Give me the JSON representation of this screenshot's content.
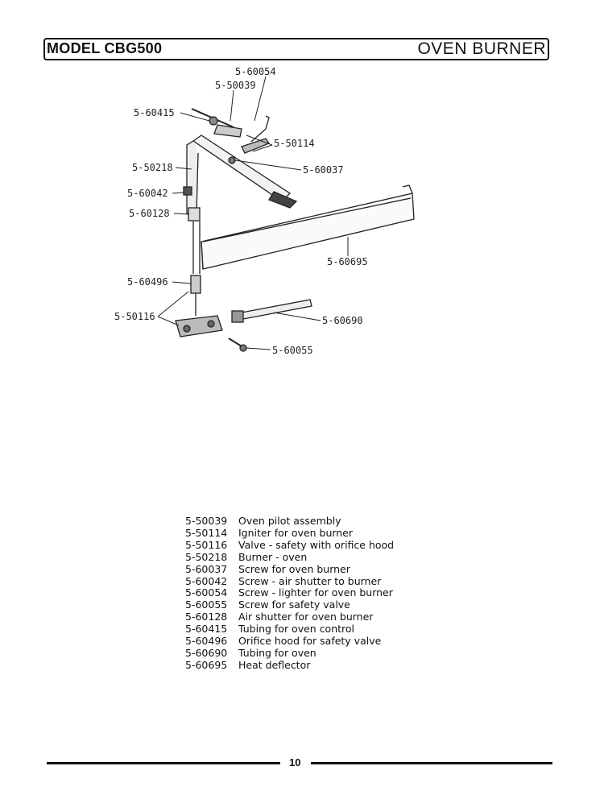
{
  "header": {
    "model": "MODEL CBG500",
    "section": "OVEN BURNER"
  },
  "callouts": [
    "5-60054",
    "5-50039",
    "5-60415",
    "5-50114",
    "5-50218",
    "5-60037",
    "5-60042",
    "5-60128",
    "5-60695",
    "5-60496",
    "5-50116",
    "5-60690",
    "5-60055"
  ],
  "parts": [
    {
      "number": "5-50039",
      "description": "Oven pilot assembly"
    },
    {
      "number": "5-50114",
      "description": "Igniter for oven burner"
    },
    {
      "number": "5-50116",
      "description": "Valve - safety with orifice hood"
    },
    {
      "number": "5-50218",
      "description": "Burner - oven"
    },
    {
      "number": "5-60037",
      "description": "Screw for oven burner"
    },
    {
      "number": "5-60042",
      "description": "Screw - air shutter to burner"
    },
    {
      "number": "5-60054",
      "description": "Screw - lighter for oven burner"
    },
    {
      "number": "5-60055",
      "description": "Screw for safety valve"
    },
    {
      "number": "5-60128",
      "description": "Air shutter for oven burner"
    },
    {
      "number": "5-60415",
      "description": "Tubing for oven control"
    },
    {
      "number": "5-60496",
      "description": "Orifice hood for safety valve"
    },
    {
      "number": "5-60690",
      "description": "Tubing for oven"
    },
    {
      "number": "5-60695",
      "description": "Heat deflector"
    }
  ],
  "footer": {
    "page_number": "10"
  }
}
